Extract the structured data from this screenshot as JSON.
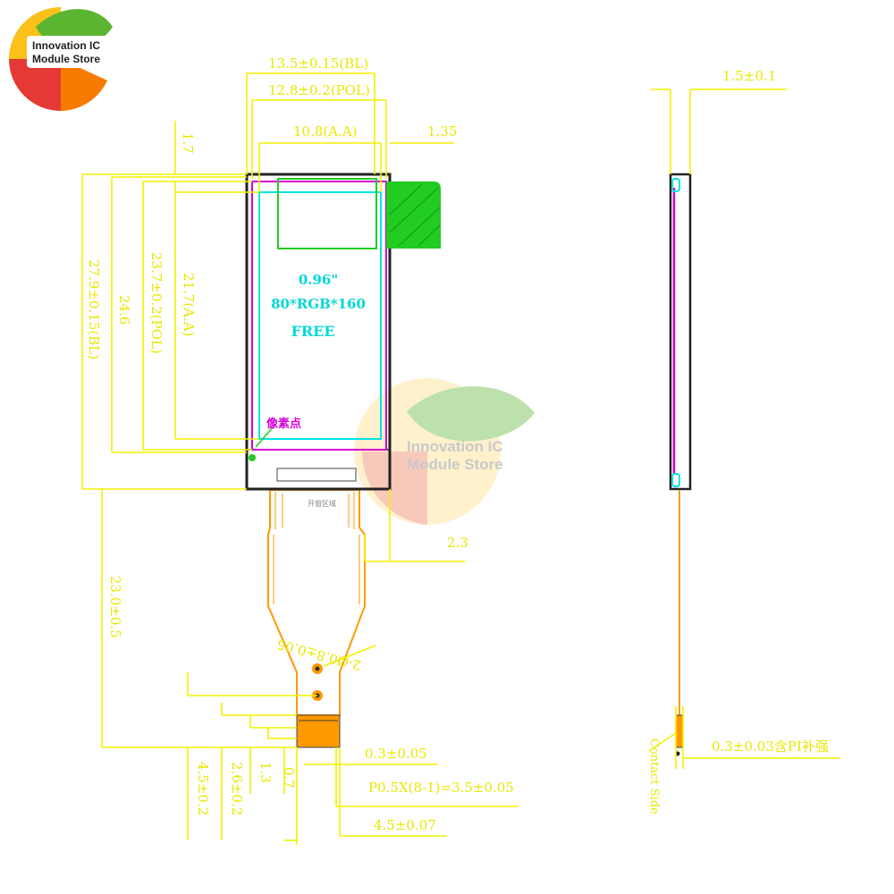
{
  "brand": {
    "line1": "Innovation IC",
    "line2": "Module Store",
    "colors": {
      "green": "#5cb531",
      "red": "#e53935",
      "yellow": "#f9c11a",
      "orange": "#f57c00"
    }
  },
  "watermark": {
    "line1": "Innovation IC",
    "line2": "Module Store"
  },
  "panel_text": {
    "line1": "0.96\"",
    "line2": "80*RGB*160",
    "line3": "FREE",
    "pixel_label": "像素点"
  },
  "fpc_label": "开窗区域",
  "dimensions": {
    "bl_width": "13.5±0.15(BL)",
    "pol_width": "12.8±0.2(POL)",
    "aa_width": "10.8(A.A)",
    "right_offset": "1.35",
    "top_offset": "1.7",
    "bl_height": "27.9±0.15(BL)",
    "height_246": "24.6",
    "pol_height": "23.7±0.2(POL)",
    "aa_height": "21.7(A.A)",
    "fpc_offset": "2.3",
    "fpc_length": "23.0±0.5",
    "hole": "2-Ø0.8±0.05",
    "pin_thickness": "0.3±0.05",
    "pitch": "P0.5X(8-1)=3.5±0.05",
    "finger_width": "4.5±0.07",
    "d45": "4.5±0.2",
    "d26": "2.6±0.2",
    "d13": "1.3",
    "d07": "0.7",
    "side_thickness": "1.5±0.1",
    "side_stiffener": "0.3±0.03含PI补强",
    "contact_side": "Contact Side"
  },
  "colors": {
    "dimension": "#f2f200",
    "outline": "#222222",
    "polarizer": "#d400d4",
    "active_area": "#00e5e5",
    "panel_text": "#00d8d8",
    "fpc": "#ff9900",
    "green_block": "#22cc22"
  }
}
